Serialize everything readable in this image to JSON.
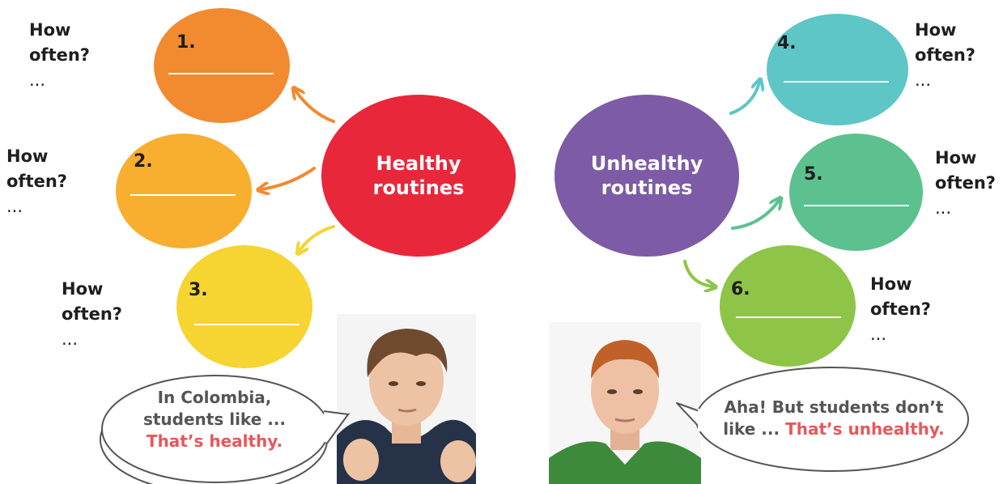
{
  "hubs": {
    "healthy": {
      "label_line1": "Healthy",
      "label_line2": "routines",
      "color": "#e8283a"
    },
    "unhealthy": {
      "label_line1": "Unhealthy",
      "label_line2": "routines",
      "color": "#7d5ba6"
    }
  },
  "items": [
    {
      "number": "1.",
      "color": "#f28a30"
    },
    {
      "number": "2.",
      "color": "#f8ae2e"
    },
    {
      "number": "3.",
      "color": "#f6d431"
    },
    {
      "number": "4.",
      "color": "#5ec6c6"
    },
    {
      "number": "5.",
      "color": "#5cc18f"
    },
    {
      "number": "6.",
      "color": "#8ec549"
    }
  ],
  "questions": [
    {
      "line1": "How",
      "line2": "often?",
      "line3": "..."
    },
    {
      "line1": "How",
      "line2": "often?",
      "line3": "..."
    },
    {
      "line1": "How",
      "line2": "often?",
      "line3": "..."
    },
    {
      "line1": "How",
      "line2": "often?",
      "line3": "..."
    },
    {
      "line1": "How",
      "line2": "often?",
      "line3": "..."
    },
    {
      "line1": "How",
      "line2": "often?",
      "line3": "..."
    }
  ],
  "speech": {
    "left": {
      "line1": "In Colombia,",
      "line2": "students like ...",
      "highlight": "That’s healthy."
    },
    "right": {
      "line1": "Aha! But students don’t",
      "line2_prefix": "like ... ",
      "highlight": "That’s unhealthy."
    }
  },
  "colors": {
    "text": "#1e1e1e",
    "speech_text": "#555555",
    "highlight": "#e8575a"
  }
}
